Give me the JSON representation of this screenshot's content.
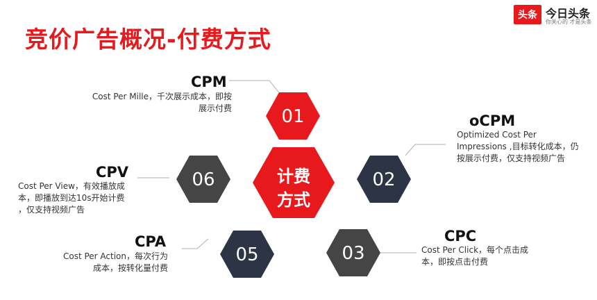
{
  "title": "竞价广告概况-付费方式",
  "logo": {
    "badge": "头条",
    "name": "今日头条",
    "slogan": "你关心的 才是头条"
  },
  "center": {
    "line1": "计费",
    "line2": "方式"
  },
  "colors": {
    "red": "#e8191c",
    "dark_gray": "#454545",
    "navy": "#2c3446",
    "line": "#b0b0b0"
  },
  "items": [
    {
      "num": "01",
      "title": "CPM",
      "desc": "Cost Per Mille，千次展示成本，即按展示付费"
    },
    {
      "num": "02",
      "title": "oCPM",
      "desc": "Optimized Cost Per Impressions ,目标转化成本，仍按展示付费，仅支持视频广告"
    },
    {
      "num": "03",
      "title": "CPC",
      "desc": "Cost Per Click，每个点击成本，即按点击付费"
    },
    {
      "num": "05",
      "title": "CPA",
      "desc": "Cost Per Action，每次行为成本，按转化量付费"
    },
    {
      "num": "06",
      "title": "CPV",
      "desc": "Cost Per View，有效播放成本，即播放到达10s开始计费 ，仅支持视频广告"
    }
  ]
}
